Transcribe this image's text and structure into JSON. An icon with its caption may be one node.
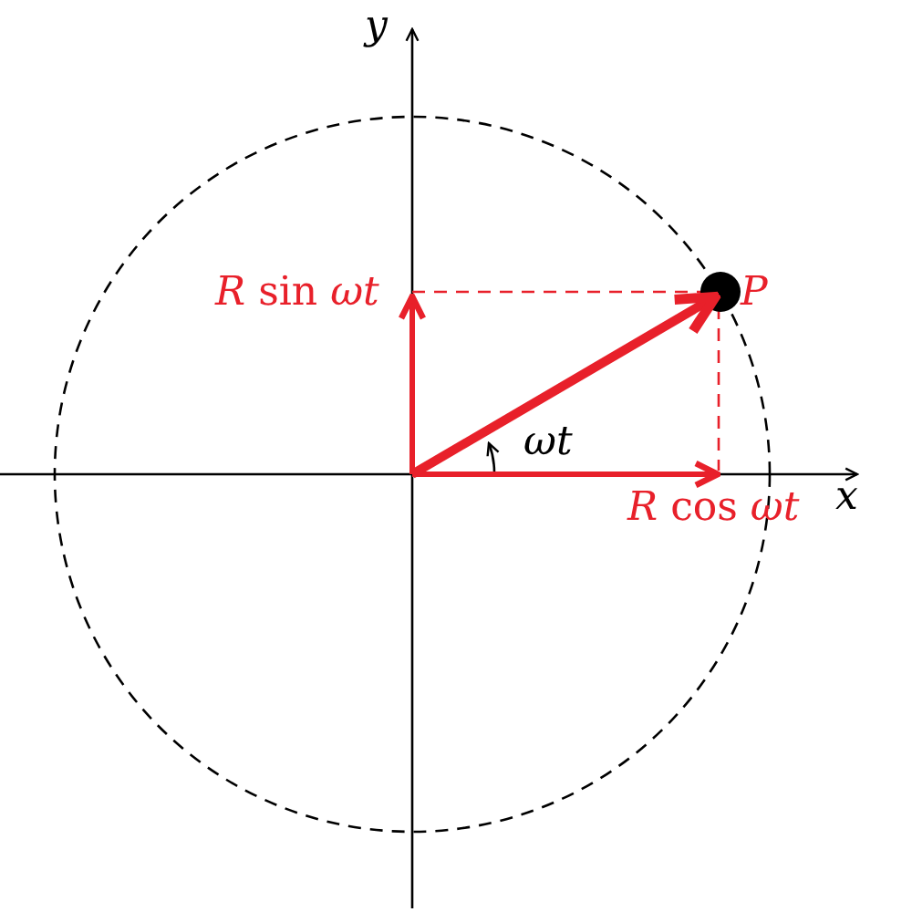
{
  "diagram": {
    "labels": [
      "*y*",
      "*R* sin *ωt*",
      "*P*",
      "*ωt*",
      "*R* cos *ωt*",
      "*x*"
    ]
  }
}
